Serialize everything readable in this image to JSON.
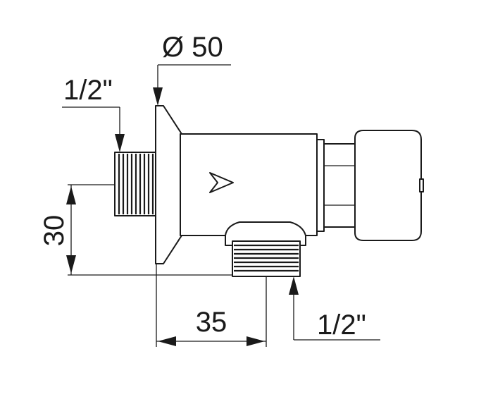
{
  "dimensions": {
    "flange_diameter": "Ø 50",
    "inlet_thread": "1/2\"",
    "outlet_thread": "1/2\"",
    "height": "30",
    "depth": "35"
  },
  "colors": {
    "line": "#1a1a1a",
    "background": "#ffffff"
  },
  "logo_icon": "chevron-logo-icon"
}
